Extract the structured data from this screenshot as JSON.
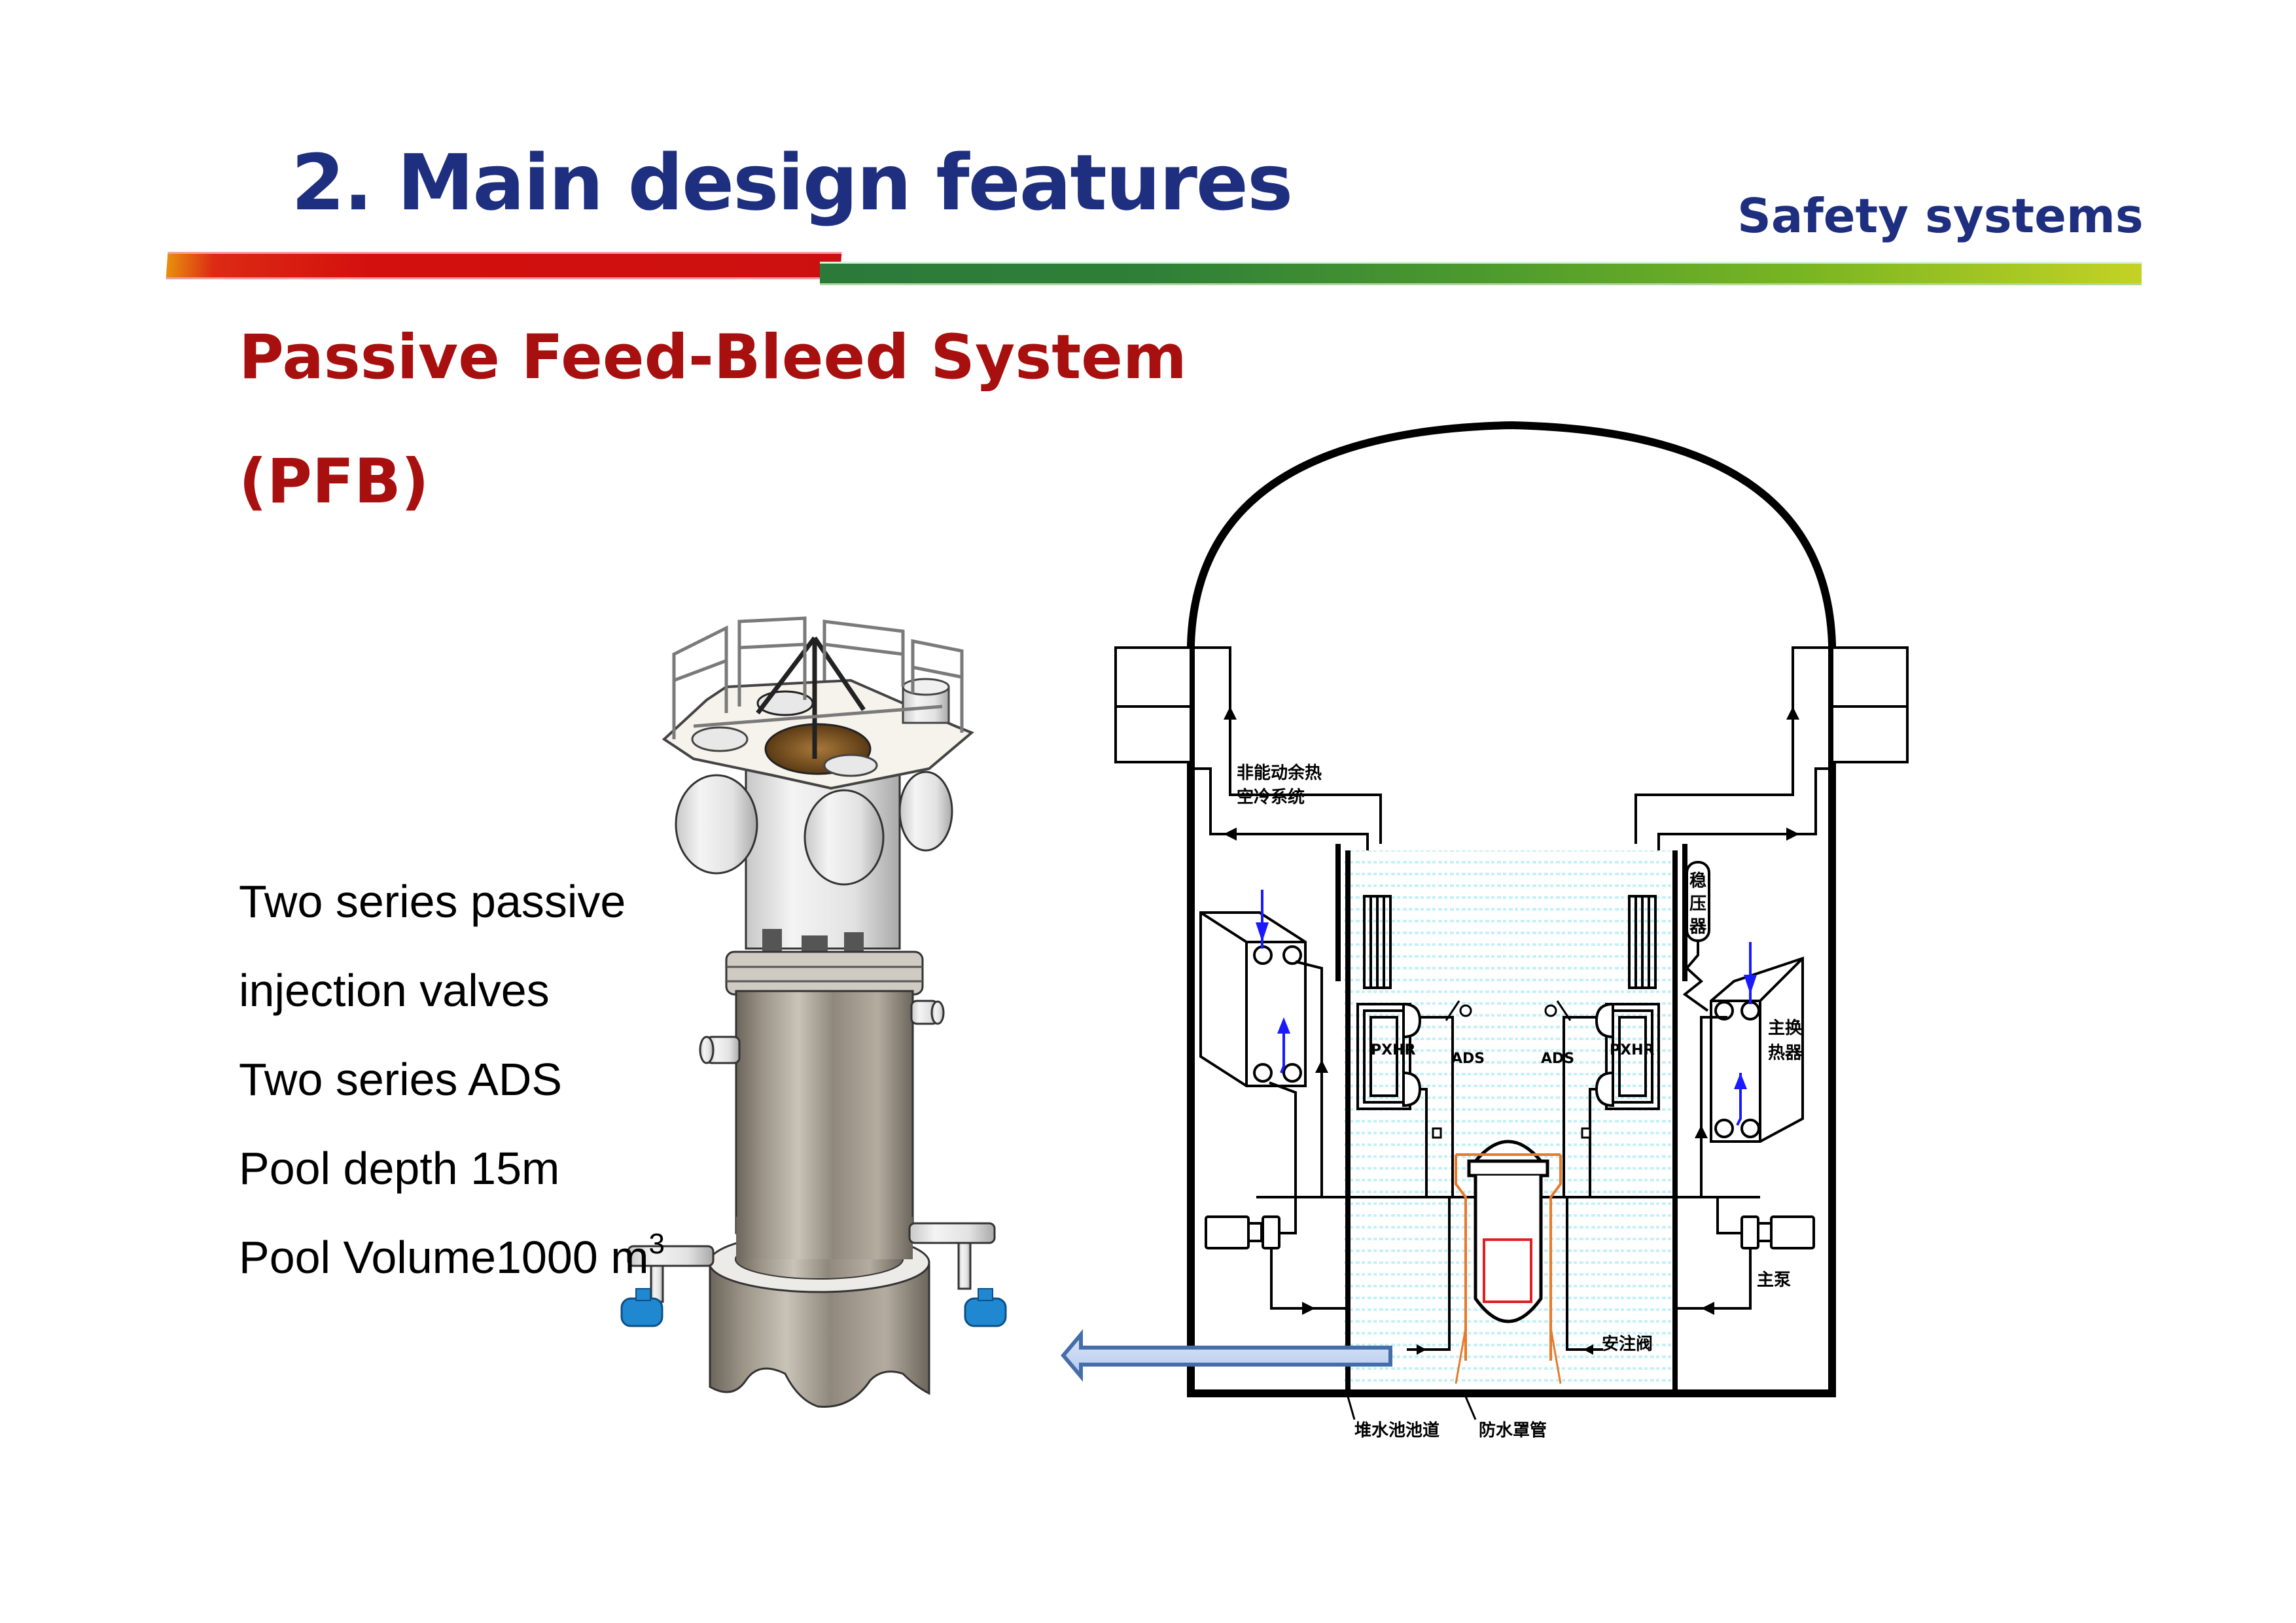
{
  "header": {
    "title": "2. Main design features",
    "section": "Safety systems",
    "bar_colors": {
      "red": "#d3100d",
      "green_start": "#2c7a3a",
      "green_end": "#c4d224"
    }
  },
  "content": {
    "heading_line1": "Passive Feed-Bleed System",
    "heading_line2": "(PFB)",
    "bullets": [
      "Two series passive",
      "injection valves",
      "Two series ADS",
      "Pool depth 15m"
    ],
    "volume_text": "Pool Volume1000 m",
    "volume_superscript": "3"
  },
  "diagram": {
    "labels": {
      "air_cooling_line1": "非能动余热",
      "air_cooling_line2": "空冷系统",
      "pxhr_left": "PXHR",
      "pxhr_right": "PXHR",
      "ads_left": "ADS",
      "ads_right": "ADS",
      "pressurizer": [
        "稳",
        "压",
        "器"
      ],
      "main_hx_line1": "主换",
      "main_hx_line2": "热器",
      "main_pump": "主泵",
      "safety_injection_valve": "安注阀",
      "pool_label": "堆水池池道",
      "shield_label": "防水罩管"
    },
    "colors": {
      "line": "#000000",
      "flow_arrow": "#1a1aff",
      "shield": "#e87a2a",
      "core": "#e02020",
      "pool_dots": "#bfeff5",
      "transfer_arrow_fill": "#c6d6f2",
      "transfer_arrow_border": "#456ea8"
    }
  },
  "model_render": {
    "description_icon": "reactor-vessel-3d-icon"
  }
}
